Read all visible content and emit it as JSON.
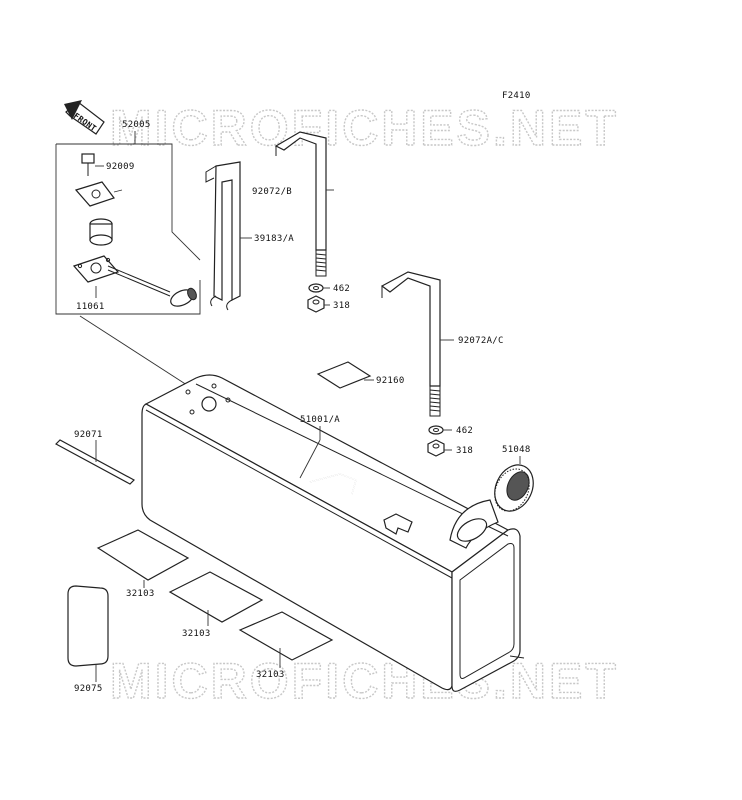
{
  "figure_code": "F2410",
  "watermark_top": "MICROFICHES.NET",
  "watermark_bottom": "MICROFICHES.NET",
  "front_label": "FRONT",
  "parts": [
    {
      "id": "p52005",
      "label": "52005"
    },
    {
      "id": "p92009",
      "label": "92009"
    },
    {
      "id": "p11061",
      "label": "11061"
    },
    {
      "id": "p92072B",
      "label": "92072/B"
    },
    {
      "id": "p39183A",
      "label": "39183/A"
    },
    {
      "id": "p462a",
      "label": "462"
    },
    {
      "id": "p318a",
      "label": "318"
    },
    {
      "id": "p92072AC",
      "label": "92072A/C"
    },
    {
      "id": "p92160",
      "label": "92160"
    },
    {
      "id": "p51001A",
      "label": "51001/A"
    },
    {
      "id": "p462b",
      "label": "462"
    },
    {
      "id": "p318b",
      "label": "318"
    },
    {
      "id": "p51048",
      "label": "51048"
    },
    {
      "id": "p92071",
      "label": "92071"
    },
    {
      "id": "p32103a",
      "label": "32103"
    },
    {
      "id": "p32103b",
      "label": "32103"
    },
    {
      "id": "p32103c",
      "label": "32103"
    },
    {
      "id": "p92075",
      "label": "92075"
    }
  ]
}
